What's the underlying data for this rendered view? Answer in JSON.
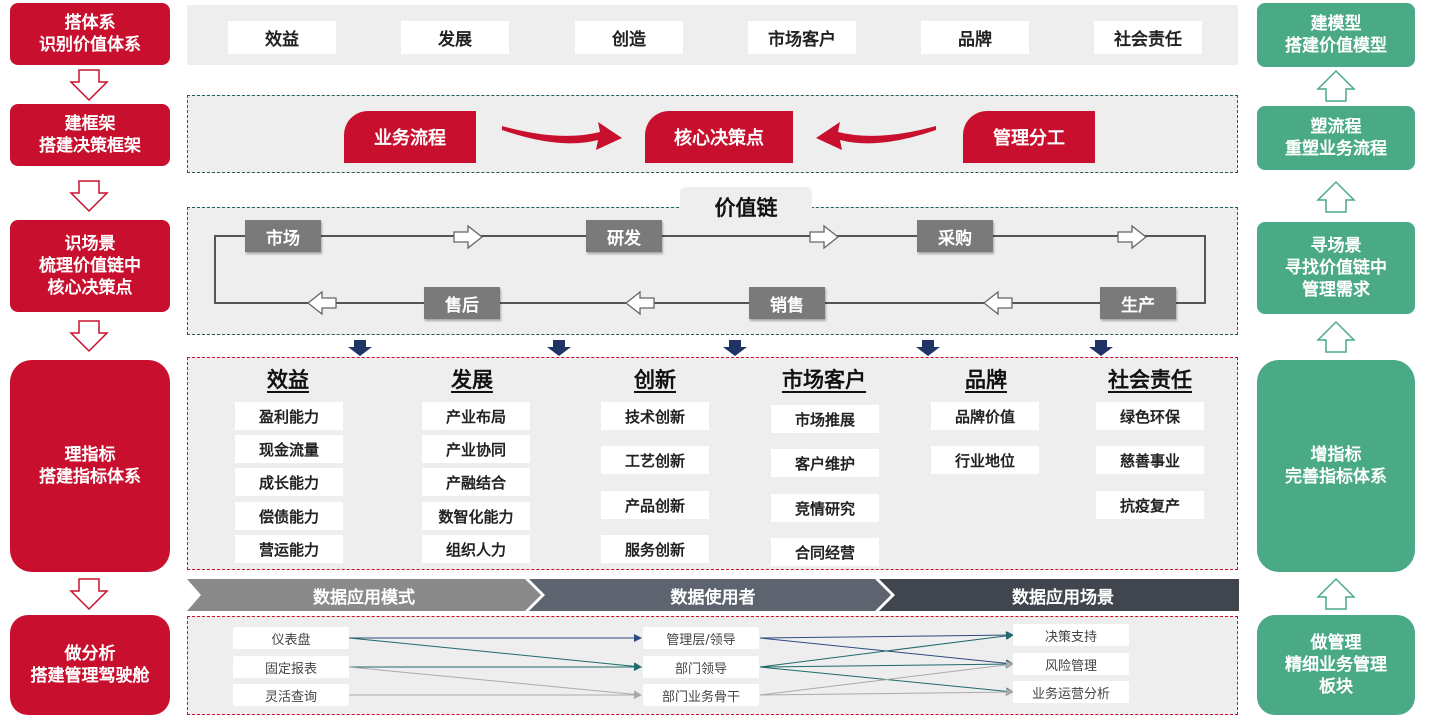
{
  "left_steps": [
    {
      "line1": "搭体系",
      "line2": "识别价值体系"
    },
    {
      "line1": "建框架",
      "line2": "搭建决策框架"
    },
    {
      "line1": "识场景",
      "line2": "梳理价值链中",
      "line3": "核心决策点"
    },
    {
      "line1": "理指标",
      "line2": "搭建指标体系"
    },
    {
      "line1": "做分析",
      "line2": "搭建管理驾驶舱"
    }
  ],
  "right_steps": [
    {
      "line1": "建模型",
      "line2": "搭建价值模型"
    },
    {
      "line1": "塑流程",
      "line2": "重塑业务流程"
    },
    {
      "line1": "寻场景",
      "line2": "寻找价值链中",
      "line3": "管理需求"
    },
    {
      "line1": "增指标",
      "line2": "完善指标体系"
    },
    {
      "line1": "做管理",
      "line2": "精细业务管理",
      "line3": "板块"
    }
  ],
  "value_system": [
    "效益",
    "发展",
    "创造",
    "市场客户",
    "品牌",
    "社会责任"
  ],
  "framework": {
    "left": "业务流程",
    "center": "核心决策点",
    "right": "管理分工"
  },
  "value_chain": {
    "title": "价值链",
    "top": [
      "市场",
      "研发",
      "采购"
    ],
    "bottom": [
      "售后",
      "销售",
      "生产"
    ]
  },
  "indicators": [
    {
      "title": "效益",
      "items": [
        "盈利能力",
        "现金流量",
        "成长能力",
        "偿债能力",
        "营运能力"
      ]
    },
    {
      "title": "发展",
      "items": [
        "产业布局",
        "产业协同",
        "产融结合",
        "数智化能力",
        "组织人力"
      ]
    },
    {
      "title": "创新",
      "items": [
        "技术创新",
        "工艺创新",
        "产品创新",
        "服务创新"
      ]
    },
    {
      "title": "市场客户",
      "items": [
        "市场推展",
        "客户维护",
        "竞情研究",
        "合同经营"
      ]
    },
    {
      "title": "品牌",
      "items": [
        "品牌价值",
        "行业地位"
      ]
    },
    {
      "title": "社会责任",
      "items": [
        "绿色环保",
        "慈善事业",
        "抗疫复产"
      ]
    }
  ],
  "data_banner": [
    "数据应用模式",
    "数据使用者",
    "数据应用场景"
  ],
  "data_modes": [
    "仪表盘",
    "固定报表",
    "灵活查询"
  ],
  "data_users": [
    "管理层/领导",
    "部门领导",
    "部门业务骨干"
  ],
  "data_scenes": [
    "决策支持",
    "风险管理",
    "业务运营分析"
  ],
  "colors": {
    "red": "#c8102e",
    "green": "#4aaa86",
    "navy": "#1f3464",
    "teal": "#1f6a6a"
  }
}
